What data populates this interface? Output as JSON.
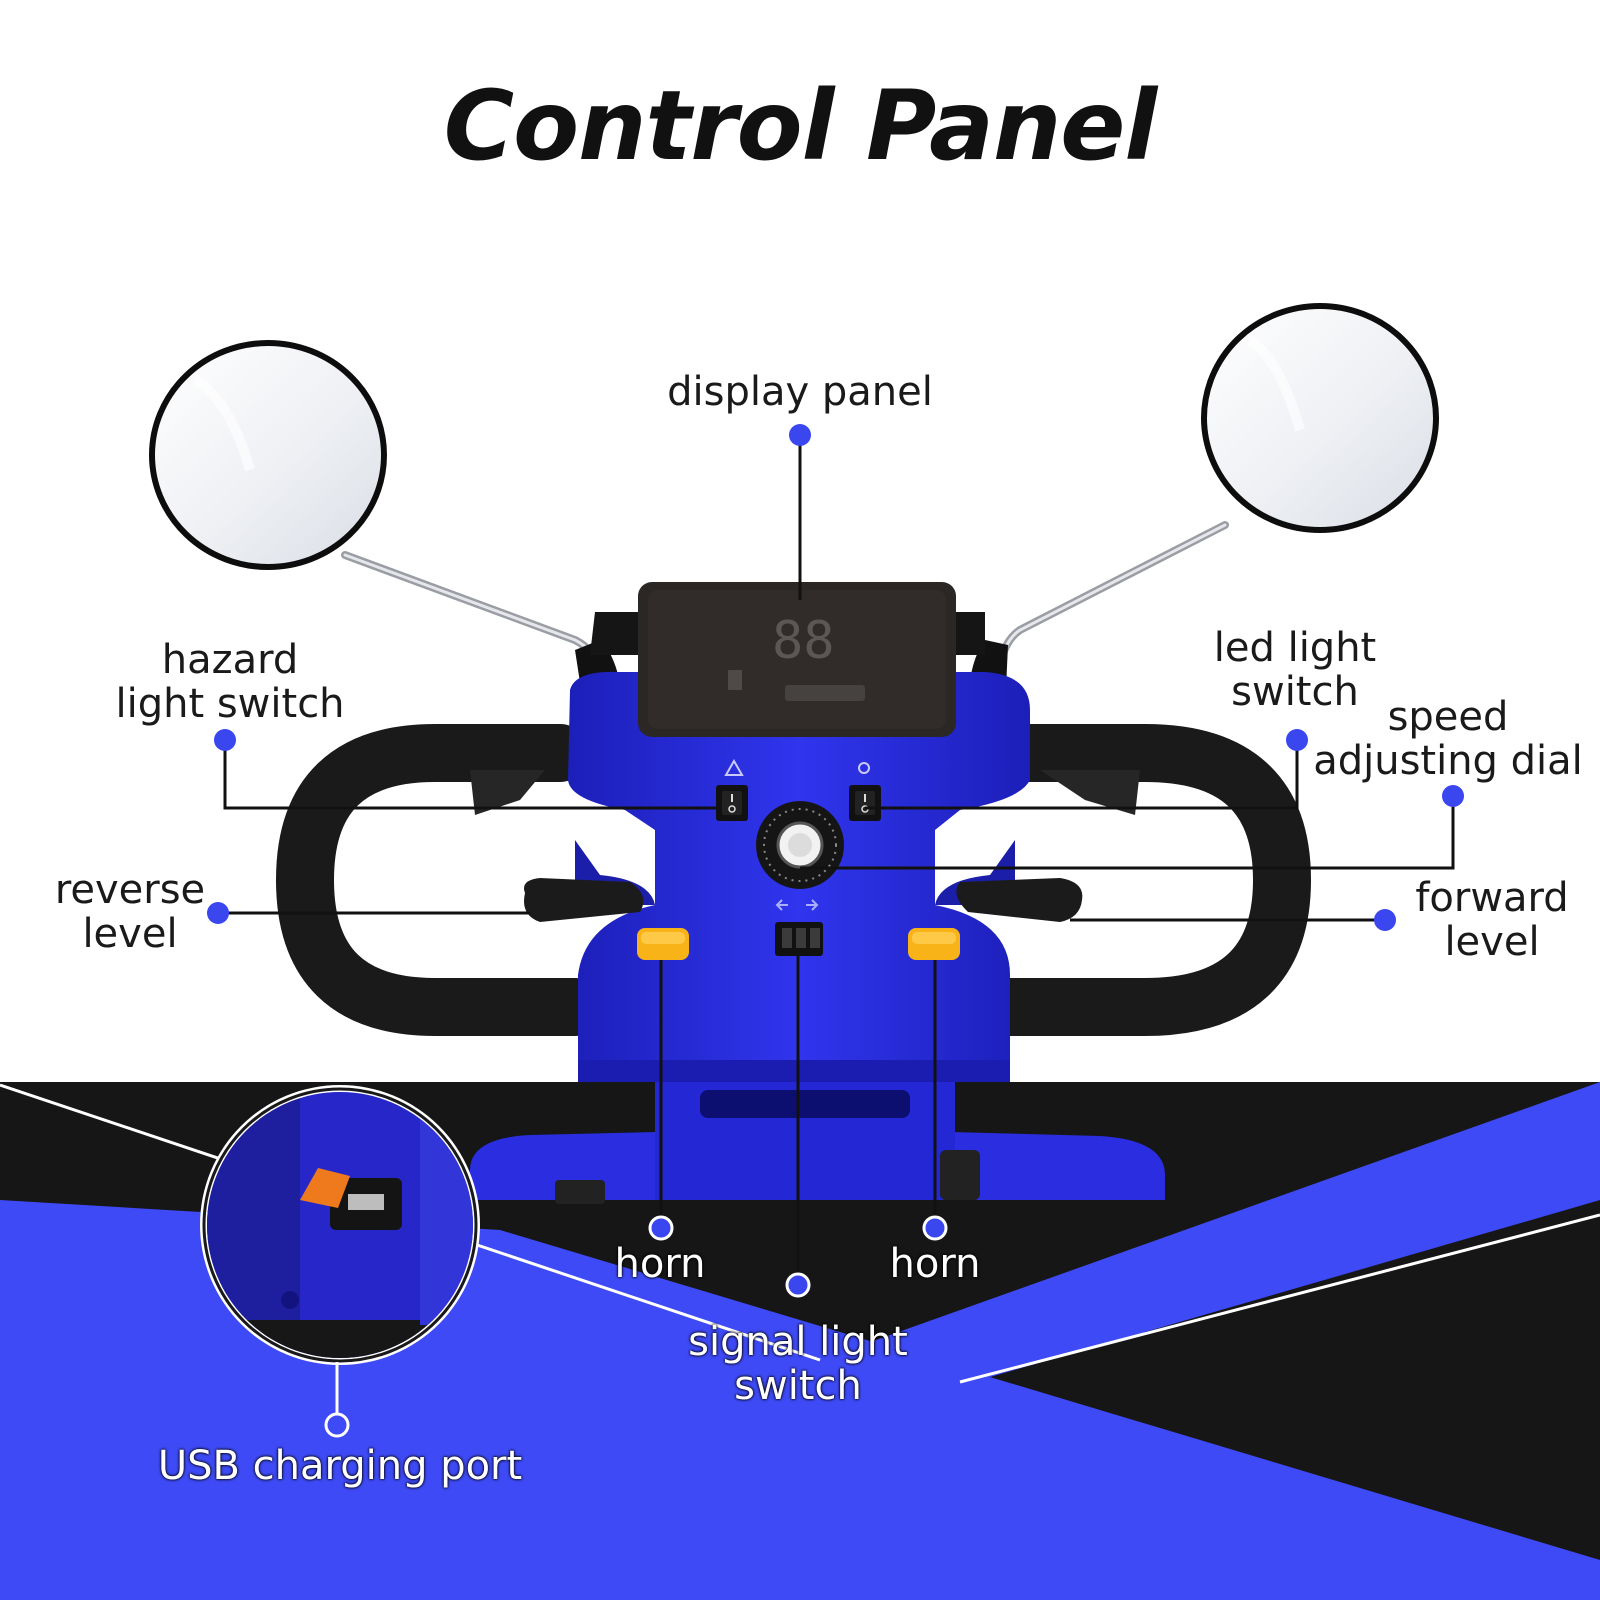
{
  "title": "Control Panel",
  "labels": {
    "display_panel": "display panel",
    "hazard_light_switch": "hazard\nlight switch",
    "led_light_switch": "led light\nswitch",
    "speed_adjusting_dial": "speed\nadjusting dial",
    "reverse_level": "reverse\nlevel",
    "forward_level": "forward\nlevel",
    "horn_left": "horn",
    "horn_right": "horn",
    "signal_light_switch": "signal light\nswitch",
    "usb_charging_port": "USB charging port"
  },
  "display_readout": "88",
  "colors": {
    "accent_blue": "#3e4af5",
    "scooter_blue": "#2a2ee0",
    "dark_band": "#161616",
    "button_yellow": "#f7b318",
    "port_cap_orange": "#ef7a1e",
    "callout_line": "#111111",
    "callout_dot": "#3a46ee"
  }
}
